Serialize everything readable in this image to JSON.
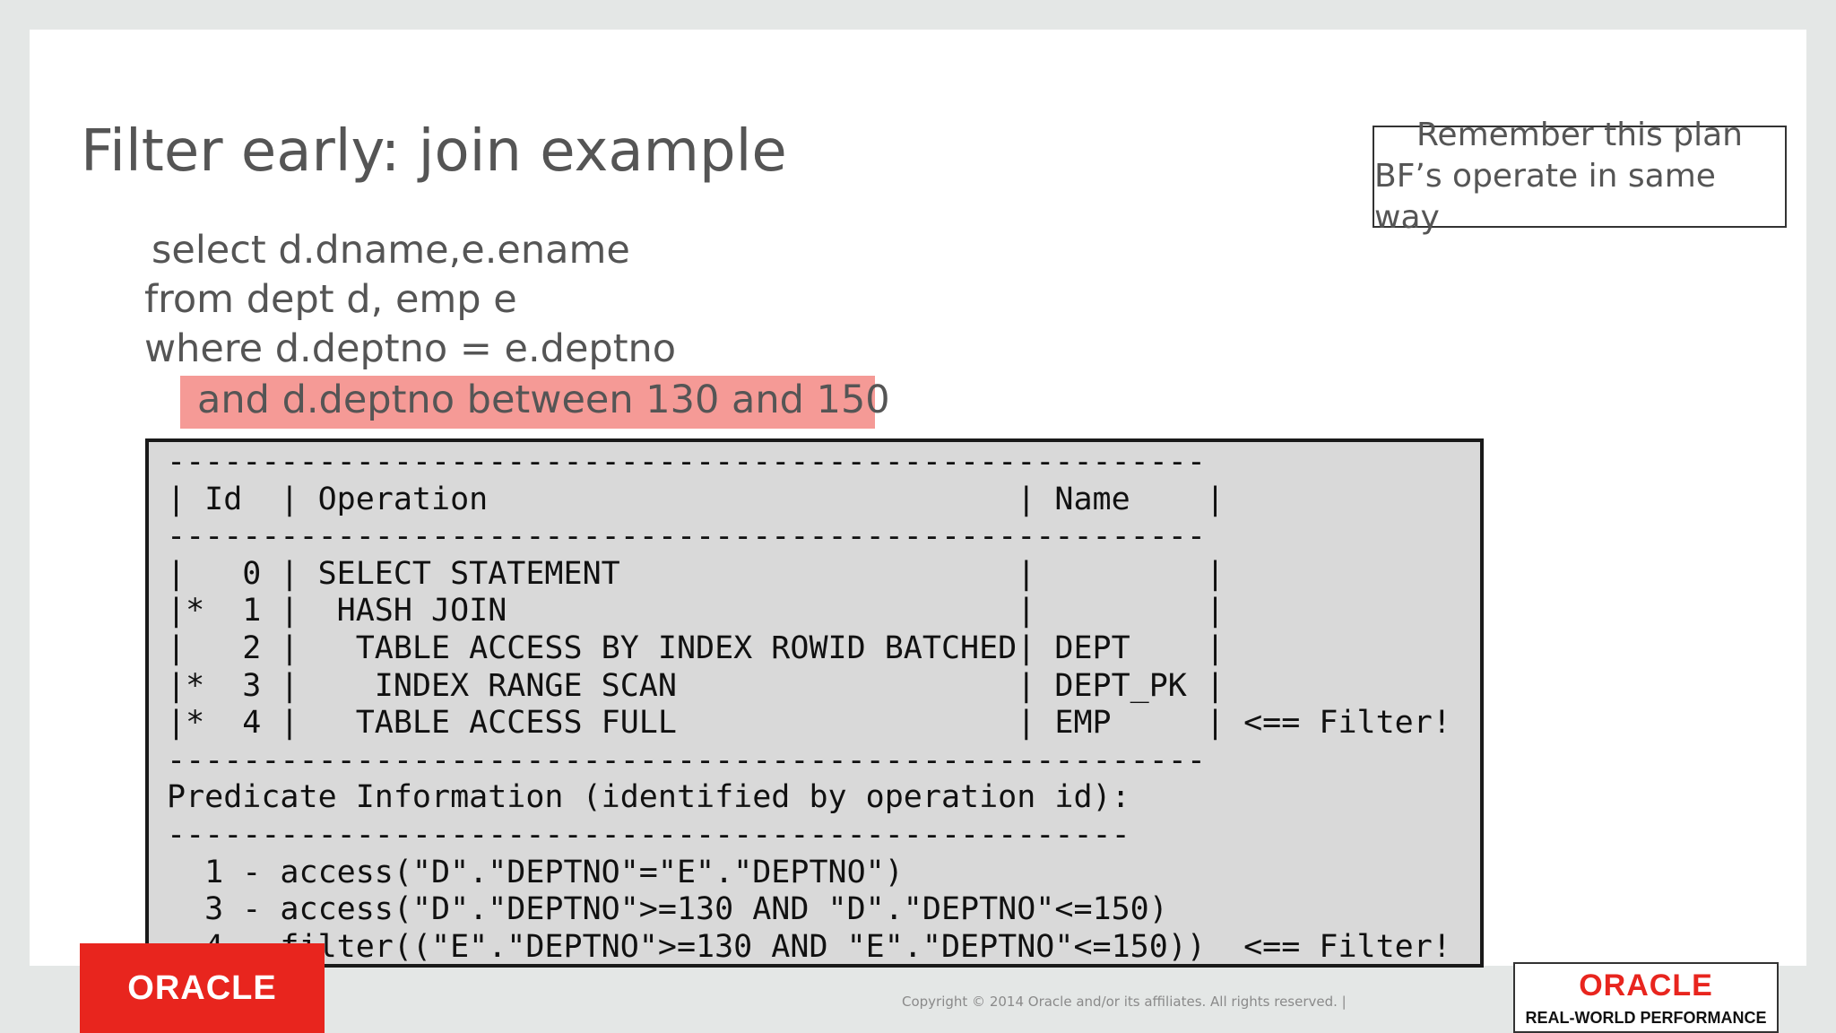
{
  "title": "Filter early: join example",
  "note": {
    "line1": "Remember this plan",
    "line2": "BF’s operate in same way"
  },
  "sql": {
    "line1": "select d.dname,e.ename",
    "line2": " from dept d, emp e",
    "line3": " where d.deptno = e.deptno",
    "highlight": "and d.deptno between 130 and 150",
    "highlight_color": "#f59a96"
  },
  "plan_text": "-------------------------------------------------------\n| Id  | Operation                            | Name    |\n-------------------------------------------------------\n|   0 | SELECT STATEMENT                     |         |\n|*  1 |  HASH JOIN                           |         |\n|   2 |   TABLE ACCESS BY INDEX ROWID BATCHED| DEPT    |\n|*  3 |    INDEX RANGE SCAN                  | DEPT_PK |\n|*  4 |   TABLE ACCESS FULL                  | EMP     | <== Filter!\n-------------------------------------------------------\nPredicate Information (identified by operation id):\n---------------------------------------------------\n  1 - access(\"D\".\"DEPTNO\"=\"E\".\"DEPTNO\")\n  3 - access(\"D\".\"DEPTNO\">=130 AND \"D\".\"DEPTNO\"<=150)\n  4 - filter((\"E\".\"DEPTNO\">=130 AND \"E\".\"DEPTNO\"<=150))  <== Filter!",
  "footer": {
    "logo_left": "ORACLE",
    "copyright": "Copyright © 2014 Oracle and/or its affiliates. All rights reserved.  |",
    "logo_right_brand": "ORACLE",
    "logo_right_sub": "REAL-WORLD PERFORMANCE",
    "brand_color": "#e8251e"
  }
}
